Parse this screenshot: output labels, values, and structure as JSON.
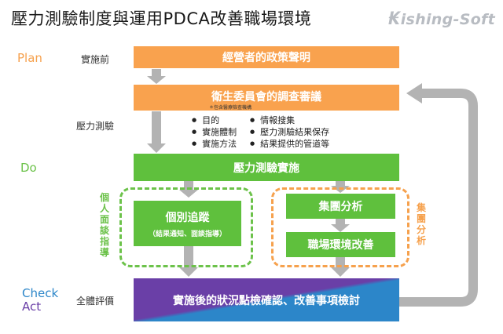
{
  "title": "壓力測驗制度與運用PDCA改善職場環境",
  "logo": {
    "mark": "₭",
    "text": "ishing-Soft"
  },
  "phases": {
    "plan": "Plan",
    "do": "Do",
    "check": "Check",
    "act": "Act"
  },
  "side_labels": {
    "before": "實施前",
    "stress_test": "壓力測驗",
    "overall_eval": "全體評價",
    "individual": "個人面談指導",
    "group": "集團分析"
  },
  "boxes": {
    "policy": "經營者的政策聲明",
    "committee": "衛生委員會的調查審議",
    "committee_note": "＊包含醫療檢查機構",
    "implementation": "壓力測驗實施",
    "followup_title": "個別追蹤",
    "followup_sub": "（結果通知、面談指導）",
    "group_analysis": "集團分析",
    "workplace": "職場環境改善",
    "final": "實施後的狀況點檢確認、改善事項檢討"
  },
  "bullets_left": [
    "目的",
    "實施體制",
    "實施方法"
  ],
  "bullets_right": [
    "情報搜集",
    "壓力測驗結果保存",
    "結果提供的管道等"
  ],
  "colors": {
    "orange": "#f9a24e",
    "green": "#5fc03d",
    "blue": "#2c86c9",
    "purple": "#6a3fa7",
    "arrow_gray": "#b3b3b3"
  }
}
